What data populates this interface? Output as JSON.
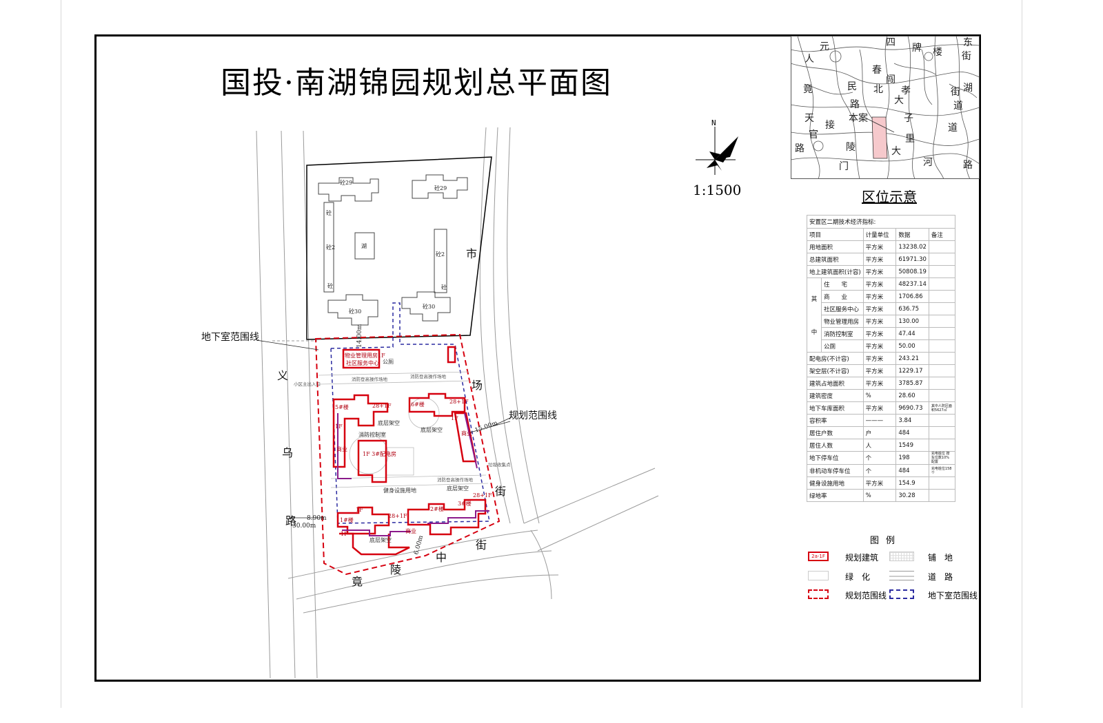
{
  "title": "国投·南湖锦园规划总平面图",
  "scale": "1:1500",
  "north_label": "N",
  "location_map": {
    "caption": "区位示意",
    "labels": [
      {
        "id": "loc-yuan",
        "text": "元"
      },
      {
        "id": "loc-ren",
        "text": "人"
      },
      {
        "id": "loc-si",
        "text": "四"
      },
      {
        "id": "loc-pai",
        "text": "牌"
      },
      {
        "id": "loc-lou",
        "text": "楼"
      },
      {
        "id": "loc-dong",
        "text": "东"
      },
      {
        "id": "loc-jie1",
        "text": "街"
      },
      {
        "id": "loc-hu",
        "text": "湖"
      },
      {
        "id": "loc-chun",
        "text": "春"
      },
      {
        "id": "loc-chuang",
        "text": "闯"
      },
      {
        "id": "loc-jing",
        "text": "竟"
      },
      {
        "id": "loc-min",
        "text": "民"
      },
      {
        "id": "loc-bei",
        "text": "北"
      },
      {
        "id": "loc-xiao",
        "text": "孝"
      },
      {
        "id": "loc-jie2",
        "text": "街"
      },
      {
        "id": "loc-dao1",
        "text": "道"
      },
      {
        "id": "loc-lu1",
        "text": "路"
      },
      {
        "id": "loc-da1",
        "text": "大"
      },
      {
        "id": "loc-tian",
        "text": "天"
      },
      {
        "id": "loc-benan",
        "text": "本案"
      },
      {
        "id": "loc-zi",
        "text": "子"
      },
      {
        "id": "loc-dao2",
        "text": "道"
      },
      {
        "id": "loc-guan",
        "text": "官"
      },
      {
        "id": "loc-jie3",
        "text": "接"
      },
      {
        "id": "loc-li",
        "text": "里"
      },
      {
        "id": "loc-ling",
        "text": "陵"
      },
      {
        "id": "loc-da2",
        "text": "大"
      },
      {
        "id": "loc-he",
        "text": "河"
      },
      {
        "id": "loc-lu2",
        "text": "路"
      },
      {
        "id": "loc-men",
        "text": "门"
      },
      {
        "id": "loc-lu3",
        "text": "路"
      }
    ]
  },
  "indicator_table": {
    "caption": "安置区二期技术经济指标:",
    "headers": [
      "项目",
      "计量单位",
      "数据",
      "备注"
    ],
    "rows": [
      {
        "item": "用地面积",
        "unit": "平方米",
        "value": "13238.02",
        "note": ""
      },
      {
        "item": "总建筑面积",
        "unit": "平方米",
        "value": "61971.30",
        "note": ""
      },
      {
        "item": "地上建筑面积(计容)",
        "unit": "平方米",
        "value": "50808.19",
        "note": ""
      },
      {
        "item": "住　　宅",
        "unit": "平方米",
        "value": "48237.14",
        "note": ""
      },
      {
        "item": "商　　业",
        "unit": "平方米",
        "value": "1706.86",
        "note": ""
      },
      {
        "item": "社区服务中心",
        "unit": "平方米",
        "value": "636.75",
        "note": ""
      },
      {
        "item": "物业管理用房",
        "unit": "平方米",
        "value": "130.00",
        "note": ""
      },
      {
        "item": "消防控制室",
        "unit": "平方米",
        "value": "47.44",
        "note": ""
      },
      {
        "item": "公厕",
        "unit": "平方米",
        "value": "50.00",
        "note": ""
      },
      {
        "item": "配电房(不计容)",
        "unit": "平方米",
        "value": "243.21",
        "note": ""
      },
      {
        "item": "架空层(不计容)",
        "unit": "平方米",
        "value": "1229.17",
        "note": ""
      },
      {
        "item": "建筑占地面积",
        "unit": "平方米",
        "value": "3785.87",
        "note": ""
      },
      {
        "item": "建筑密度",
        "unit": "%",
        "value": "28.60",
        "note": ""
      },
      {
        "item": "地下车库面积",
        "unit": "平方米",
        "value": "9690.73",
        "note": "其中人防区面积5627㎡"
      },
      {
        "item": "容积率",
        "unit": "———",
        "value": "3.84",
        "note": ""
      },
      {
        "item": "居住户数",
        "unit": "户",
        "value": "484",
        "note": ""
      },
      {
        "item": "居住人数",
        "unit": "人",
        "value": "1549",
        "note": ""
      },
      {
        "item": "地下停车位",
        "unit": "个",
        "value": "198",
        "note": "充电桩位 按车位数10%配置"
      },
      {
        "item": "非机动车停车位",
        "unit": "个",
        "value": "484",
        "note": "充电桩位158个"
      },
      {
        "item": "健身设施用地",
        "unit": "平方米",
        "value": "154.9",
        "note": ""
      },
      {
        "item": "绿地率",
        "unit": "%",
        "value": "30.28",
        "note": ""
      }
    ],
    "group_label_1": "其",
    "group_label_2": "中"
  },
  "legend": {
    "title": "图例",
    "items": [
      {
        "id": "planned-building",
        "label": "规划建筑"
      },
      {
        "id": "paving",
        "label": "铺　地"
      },
      {
        "id": "greenery",
        "label": "绿　化"
      },
      {
        "id": "road",
        "label": "道　路"
      },
      {
        "id": "planning-boundary",
        "label": "规划范围线"
      },
      {
        "id": "basement-boundary",
        "label": "地下室范围线"
      }
    ],
    "swatch_text": "2a-1F"
  },
  "site_plan": {
    "road_labels": {
      "yiwu_1": "义",
      "yiwu_2": "乌",
      "yiwu_3": "路",
      "shichang_1": "市",
      "shichang_2": "场",
      "shichang_3": "街",
      "jingling_1": "竟",
      "jingling_2": "陵",
      "jingling_3": "中",
      "jingling_4": "街"
    },
    "callouts": {
      "basement_line": "地下室范围线",
      "planning_line": "规划范围线"
    },
    "dimensions": {
      "d1": "14.00m",
      "d2": "15.00m",
      "d3": "8.90m",
      "d4": "30.00m",
      "d5": "6.00m"
    },
    "existing_labels": {
      "b1": "砼29",
      "b2": "砼29",
      "b3": "砼",
      "b4": "砼2",
      "b5": "砼",
      "b6": "砼30",
      "b7": "砼2",
      "b8": "砼",
      "b9": "砼30",
      "b10": "湖"
    },
    "planned_labels": {
      "property": "物业管理用房1F",
      "community": "社区服务中心",
      "toilet": "公厕",
      "b5_name": "5#楼",
      "b5_floors": "28+1F",
      "b6_name": "6#楼",
      "b6_floors": "28+1F",
      "fire_room": "消防控制室",
      "open_ground_1": "底层架空",
      "open_ground_2": "底层架空",
      "commerce_1": "商业",
      "commerce_2": "商业",
      "commerce_3": "商业",
      "substation": "1F 3#配电房",
      "fitness": "健身设施用地",
      "b1_name": "1#楼",
      "b1_floors": "28+1F",
      "b2_name": "2#楼",
      "b3_name": "3#楼",
      "b4_floors": "28+1F",
      "open_ground_3": "底层架空",
      "open_ground_4": "底层架空",
      "one_f_1": "1F",
      "one_f_2": "1F",
      "one_f_3": "1F",
      "one_f_4": "1F",
      "fire_lane_1": "消防登高操作场地",
      "fire_lane_2": "消防登高操作场地",
      "fire_lane_3": "消防登高操作场地",
      "entrance": "小区主出入口",
      "dropoff": "垃圾收集点"
    }
  },
  "colors": {
    "planned": "#d6000f",
    "basement": "#2a2aa0",
    "purple": "#8a1a8a",
    "road": "#9a9a9a"
  }
}
